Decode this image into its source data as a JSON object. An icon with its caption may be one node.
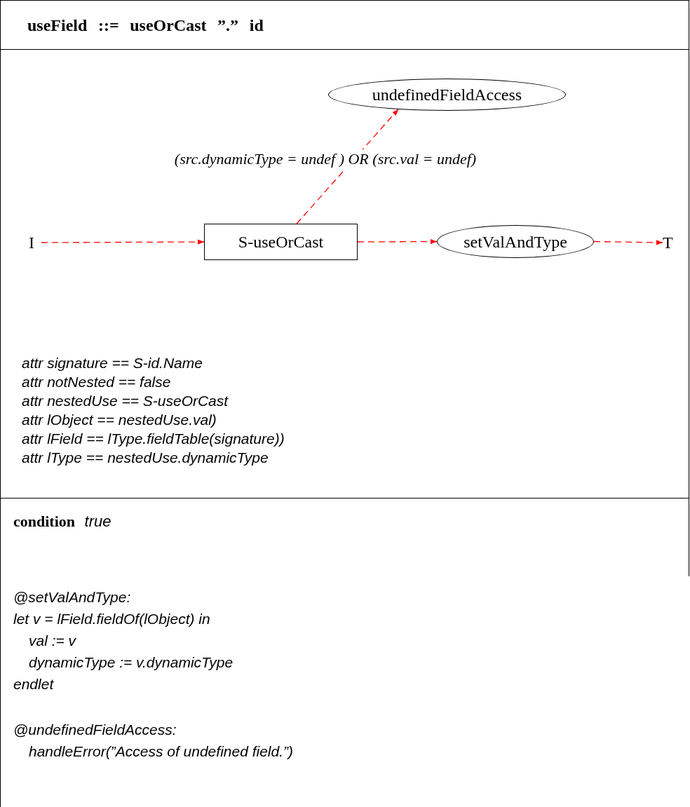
{
  "diagram": {
    "title": "useField ::= useOrCast ”.” id",
    "nodes": [
      {
        "text": [
          "I"
        ]
      },
      {
        "text": [
          "S-useOrCast"
        ]
      },
      {
        "text": [
          "setValAndType"
        ]
      },
      {
        "text": [
          "T"
        ]
      },
      {
        "text": [
          "undefinedFieldAccess"
        ]
      }
    ],
    "edges": [
      {
        "from": 0,
        "to": 1,
        "arrow": "to",
        "style": "dashed"
      },
      {
        "from": 1,
        "to": 2,
        "arrow": "to",
        "style": "dashed"
      },
      {
        "from": 2,
        "to": 3,
        "arrow": "to",
        "style": "dashed"
      },
      {
        "from": 1,
        "to": 4,
        "arrow": "to",
        "style": "dashed",
        "label": "(src.dynamicType = undef ) OR (src.val = undef)"
      }
    ],
    "labels": [
      "**condition** *true*",
      "attr signature == S-id.Name",
      "attr notNested == false",
      "attr nestedUse == S-useOrCast",
      "attr lObject == nestedUse.val)",
      "attr lField == lType.fieldTable(signature))",
      "attr lType == nestedUse.dynamicType",
      "@setValAndType:",
      "let v = lField.fieldOf(lObject) in",
      "val := v",
      "dynamicType := v.dynamicType",
      "endlet",
      "@undefinedFieldAccess:",
      "handleError(”Access of undefined field.”)"
    ]
  }
}
